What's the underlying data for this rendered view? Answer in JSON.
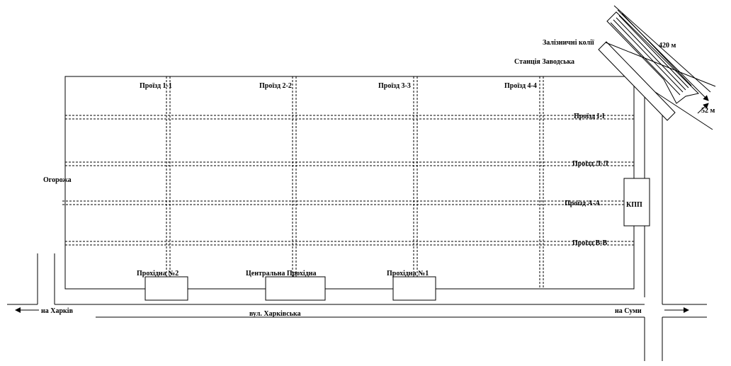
{
  "labels": {
    "passage_1_1": "Проїзд 1-1",
    "passage_2_2": "Проїзд 2-2",
    "passage_3_3": "Проїзд 3-3",
    "passage_4_4": "Проїзд 4-4",
    "passage_I_I": "Проїзд І-І",
    "passage_L_L": "Проїзд Л-Л",
    "passage_A_A": "Проїзд А-А",
    "passage_V_V": "Проїзд В-В",
    "fence": "Огорожа",
    "kpp": "КПП",
    "gate_2": "Прохідна №2",
    "central_gate": "Центральна Прохідна",
    "gate_1": "Прохідна №1",
    "to_kharkiv": "на Харків",
    "to_sumy": "на Суми",
    "street": "вул. Харківська",
    "rail_tracks": "Залізничні колії",
    "station": "Станція Заводська",
    "length_420": "420 м",
    "width_52": "52 м"
  },
  "colors": {
    "line": "#000000",
    "background": "#ffffff"
  }
}
